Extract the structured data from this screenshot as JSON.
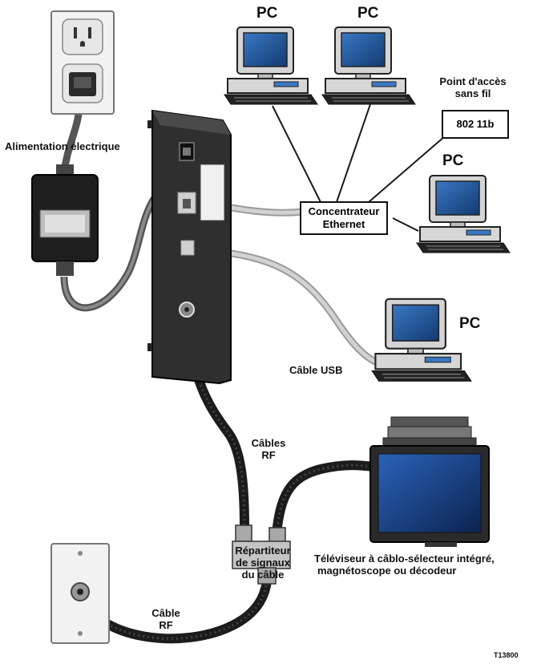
{
  "labels": {
    "pc": "PC",
    "power": "Alimentation électrique",
    "access_point": [
      "Point d'accès",
      "sans fil"
    ],
    "wifi_standard": "802 11b",
    "hub": [
      "Concentrateur",
      "Ethernet"
    ],
    "usb_cable": "Câble USB",
    "rf_cables": [
      "Câbles",
      "RF"
    ],
    "splitter": [
      "Répartiteur",
      "de signaux",
      "du câble"
    ],
    "tv": [
      "Téléviseur à câblo-sélecteur intégré,",
      "magnétoscope ou décodeur"
    ],
    "rf_cable": [
      "Câble",
      "RF"
    ],
    "figure_id": "T13800"
  },
  "colors": {
    "cable_dark": "#1c1c1c",
    "cable_gray": "#b8b8b8",
    "modem_body": "#3a3a3a",
    "monitor_screen": "#1f4f8f",
    "pc_case": "#d9d9d9"
  }
}
